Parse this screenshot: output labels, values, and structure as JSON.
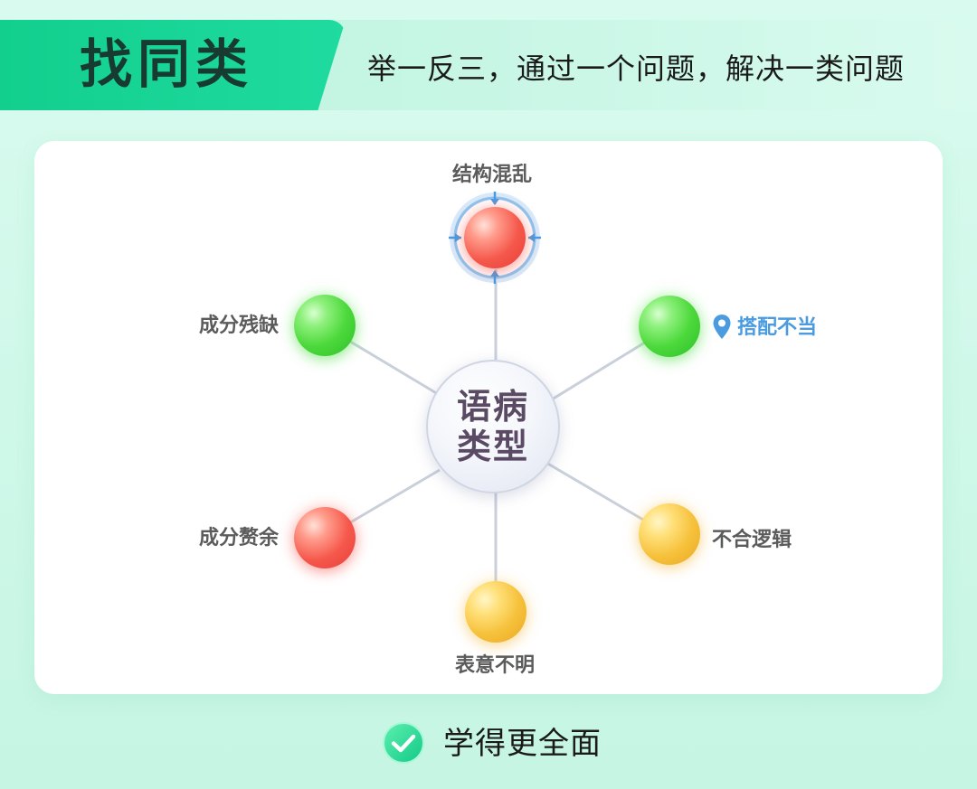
{
  "header": {
    "title": "找同类",
    "subtitle": "举一反三，通过一个问题，解决一类问题"
  },
  "diagram": {
    "center": {
      "line1": "语病",
      "line2": "类型"
    },
    "nodes": [
      {
        "label": "结构混乱",
        "color": "red",
        "icon": "crosshair-target-icon",
        "selected": true
      },
      {
        "label": "搭配不当",
        "color": "green",
        "icon": "location-pin-icon",
        "highlighted": true
      },
      {
        "label": "不合逻辑",
        "color": "yellow"
      },
      {
        "label": "表意不明",
        "color": "yellow"
      },
      {
        "label": "成分赘余",
        "color": "red"
      },
      {
        "label": "成分残缺",
        "color": "green"
      }
    ],
    "colors": {
      "green": "#4dd93c",
      "red": "#f5584b",
      "yellow": "#f6c13b",
      "highlight_text": "#4a9be0",
      "target_ring": "#8cc4f0"
    }
  },
  "footer": {
    "icon": "check-circle-icon",
    "text": "学得更全面"
  },
  "theme": {
    "accent": "#12cf8e",
    "background": "#d9fbef"
  }
}
